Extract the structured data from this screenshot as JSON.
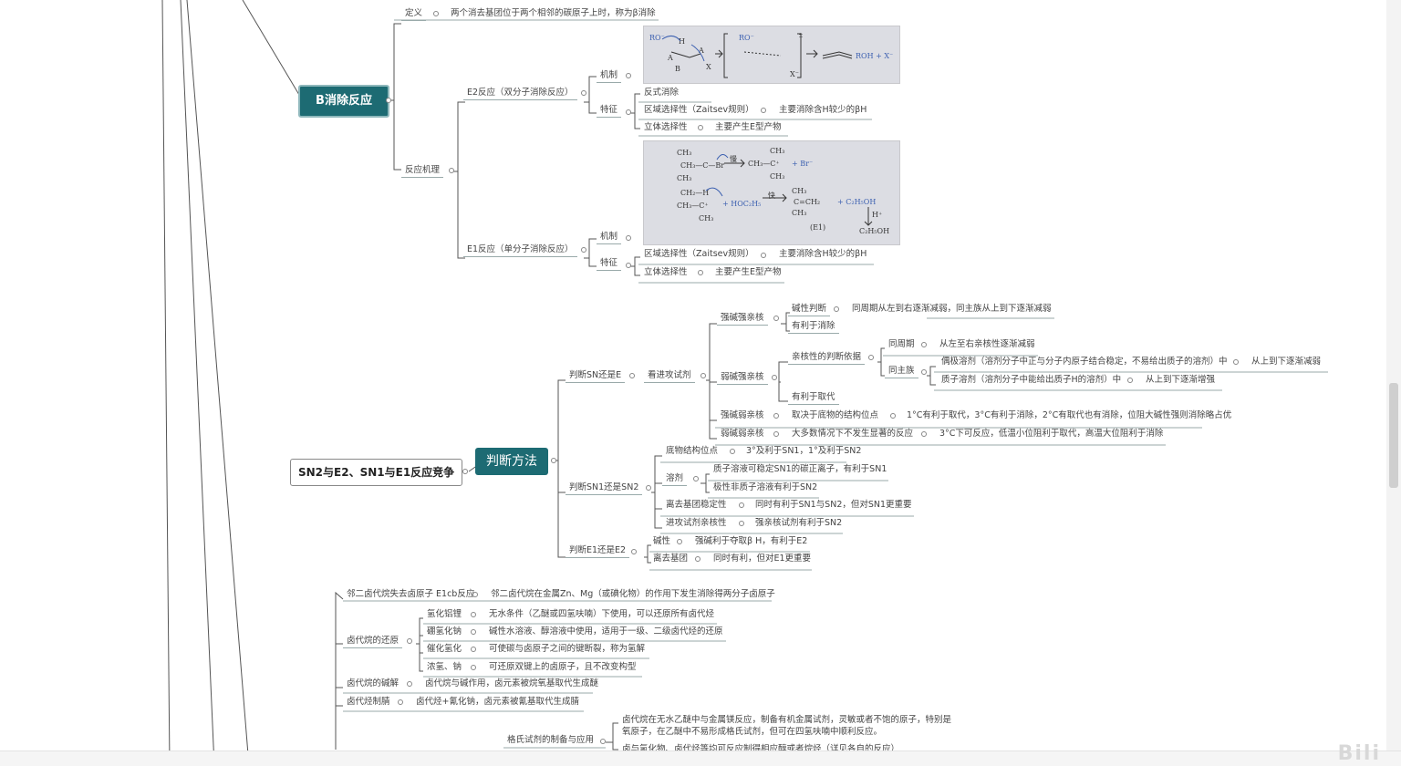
{
  "beta": {
    "title": "B消除反应",
    "definition_label": "定义",
    "definition_text": "两个消去基团位于两个相邻的碳原子上时，称为β消除",
    "mechanism_label": "反应机理",
    "e2": {
      "label": "E2反应（双分子消除反应）",
      "mech_label": "机制",
      "feature_label": "特征",
      "anti": "反式消除",
      "regio": "区域选择性（Zaitsev规则）",
      "regio_note": "主要消除含H较少的βH",
      "stereo": "立体选择性",
      "stereo_note": "主要产生E型产物"
    },
    "e1": {
      "label": "E1反应（单分子消除反应）",
      "mech_label": "机制",
      "feature_label": "特征",
      "regio": "区域选择性（Zaitsev规则）",
      "regio_note": "主要消除含H较少的βH",
      "stereo": "立体选择性",
      "stereo_note": "主要产生E型产物"
    }
  },
  "e2_image": {
    "ro": "RO⁻",
    "ro2": "RO⁻",
    "h": "H",
    "a1": "A",
    "b1": "B",
    "a2": "A",
    "x": "X",
    "ddagger": "‡",
    "x2": "X⁻",
    "prod": "ROH + X⁻"
  },
  "e1_image": {
    "r1": "CH₃—C—Br",
    "slow": "慢",
    "r1p": "CH₃—C⁺",
    "plus_br": "+ Br⁻",
    "ch3a": "CH₃",
    "ch3b": "CH₃",
    "ch3c": "CH₃",
    "ch3d": "CH₃",
    "ch2h": "CH₂—H",
    "r2": "CH₃—C⁺",
    "hoc": "+ HOC₂H₅",
    "fast": "快",
    "alk": "C=CH₂",
    "ch3e": "CH₃",
    "ch3f": "CH₃",
    "plus_e": "+ C₂H₅OH",
    "e1tag": "(E1)",
    "hplus": "H⁺",
    "etoh": "C₂H₅OH",
    "ch3g": "CH₃"
  },
  "compete": {
    "title": "SN2与E2、SN1与E1反应竞争",
    "method": "判断方法",
    "sn_vs_e": "判断SN还是E",
    "reagent": "看进攻试剂",
    "strong_base_strong_nuc": "强碱强亲核",
    "basicity": "碱性判断",
    "basicity_note": "同周期从左到右逐渐减弱，同主族从上到下逐渐减弱",
    "favor_elim": "有利于消除",
    "weak_base_strong_nuc": "弱碱强亲核",
    "nuc_criteria": "亲核性的判断依据",
    "same_period": "同周期",
    "same_period_note": "从左至右亲核性逐渐减弱",
    "same_group": "同主族",
    "aprotic": "偶极溶剂（溶剂分子中正与分子内原子结合稳定，不易给出质子的溶剂）中",
    "aprotic_note": "从上到下逐渐减弱",
    "protic": "质子溶剂（溶剂分子中能给出质子H的溶剂）中",
    "protic_note": "从上到下逐渐增强",
    "favor_sub": "有利于取代",
    "strong_base_weak_nuc": "强碱弱亲核",
    "sbwn_note1": "取决于底物的结构位点",
    "sbwn_note2": "1°C有利于取代，3°C有利于消除，2°C有取代也有消除，位阻大碱性强则消除略占优",
    "weak_base_weak_nuc": "弱碱弱亲核",
    "wbwn_note1": "大多数情况下不发生显著的反应",
    "wbwn_note2": "3°C下可反应，低温小位阻利于取代，高温大位阻利于消除",
    "sn1_vs_sn2": "判断SN1还是SN2",
    "substrate": "底物结构位点",
    "substrate_note": "3°及利于SN1，1°及利于SN2",
    "solvent": "溶剂",
    "solvent_note1": "质子溶液可稳定SN1的碳正离子，有利于SN1",
    "solvent_note2": "极性非质子溶液有利于SN2",
    "leaving": "离去基团稳定性",
    "leaving_note": "同时有利于SN1与SN2，但对SN1更重要",
    "attack": "进攻试剂亲核性",
    "attack_note": "强亲核试剂有利于SN2",
    "e1_vs_e2": "判断E1还是E2",
    "base": "碱性",
    "base_note": "强碱利于夺取β H，有利于E2",
    "lg": "离去基团",
    "lg_note": "同时有利，但对E1更重要"
  },
  "bottom": {
    "b1": "邻二卤代烷失去卤原子 E1cb反应",
    "b1_note": "邻二卤代烷在金属Zn、Mg（或碘化物）的作用下发生消除得两分子卤原子",
    "reduce": "卤代烷的还原",
    "r1": "氢化铝锂",
    "r1_note": "无水条件（乙醚或四氢呋喃）下使用，可以还原所有卤代烃",
    "r2": "硼氢化钠",
    "r2_note": "碱性水溶液、醇溶液中使用，适用于一级、二级卤代烃的还原",
    "r3": "催化氢化",
    "r3_note": "可使碳与卤原子之间的键断裂，称为氢解",
    "r4": "浓氢、钠",
    "r4_note": "可还原双键上的卤原子，且不改变构型",
    "b2": "卤代烷的碱解",
    "b2_note": "卤代烷与碱作用，卤元素被烷氧基取代生成醚",
    "b3": "卤代烃制腈",
    "b3_note": "卤代烃+氰化钠，卤元素被氰基取代生成腈",
    "grignard": "格氏试剂的制备与应用",
    "g1": "卤代烷在无水乙醚中与金属镁反应，制备有机金属试剂，灵敏或者不饱的原子，特别是",
    "g2": "氧原子，在乙醚中不易形成格氏试剂，但可在四氢呋喃中顺利反应。",
    "g3": "卤与氢化物、卤代烃等均可反应制得相应醇或者烷烃（详见各自的反应）"
  },
  "watermark": "Bili"
}
